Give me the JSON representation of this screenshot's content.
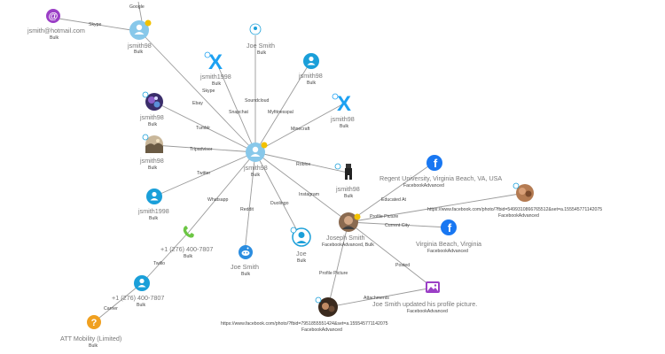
{
  "colors": {
    "edge": "#9a9a9a",
    "accent_blue": "#1a9fd9",
    "user_blue": "#88c8ea",
    "facebook_blue": "#1877f2",
    "twitter_x": "#1da1f2",
    "email_purple": "#9b3fc6",
    "phone_green": "#6cc644",
    "reddit_blue": "#2b8de0",
    "question_orange": "#f0a020",
    "badge_yellow": "#f2c100"
  },
  "nodes": {
    "top_user": {
      "label": "jsmith98",
      "sub": "Bulk",
      "icon": "user-icon"
    },
    "google_edge": {
      "label": "Google"
    },
    "email": {
      "label": "jsmith@hotmail.com",
      "sub": "Bulk",
      "icon": "at-sign-icon"
    },
    "x_jsmith1998": {
      "label": "jsmith1998",
      "sub": "Bulk",
      "icon": "x-logo-icon"
    },
    "joe_smith_top": {
      "label": "Joe Smith",
      "sub": "Bulk",
      "icon": "profile-photo-icon"
    },
    "jsmith98_user": {
      "label": "jsmith98",
      "sub": "Bulk",
      "icon": "user-icon"
    },
    "x_jsmith98": {
      "label": "jsmith98",
      "sub": "Bulk",
      "icon": "x-logo-icon"
    },
    "tumblr_node": {
      "label": "jsmith98",
      "sub": "Bulk",
      "icon": "photo-avatar-icon"
    },
    "trip_node": {
      "label": "jsmith98",
      "sub": "Bulk",
      "icon": "landscape-avatar-icon"
    },
    "center": {
      "label": "jsmith98",
      "sub": "Bulk",
      "icon": "user-icon"
    },
    "roblox_node": {
      "label": "jsmith98",
      "sub": "Bulk",
      "icon": "roblox-avatar-icon"
    },
    "twitter_user": {
      "label": "jsmith1998",
      "sub": "Bulk",
      "icon": "user-icon"
    },
    "regent": {
      "label": "Regent University, Virginia Beach, VA, USA",
      "sub": "FacebookAdvanced",
      "icon": "facebook-icon"
    },
    "fb_photo_url": {
      "label": "https://www.facebook.com/photo/?fbid=5499310866765512&set=a.155545771142075",
      "sub": "FacebookAdvanced",
      "icon": "photo-avatar-icon"
    },
    "joseph_smith": {
      "label": "Joseph Smith",
      "sub": "FacebookAdvanced, Bulk",
      "icon": "profile-photo-icon"
    },
    "vb_city": {
      "label": "Virginia Beach, Virginia",
      "sub": "FacebookAdvanced",
      "icon": "facebook-icon"
    },
    "phone1": {
      "label": "+1 (276) 400-7807",
      "sub": "Bulk",
      "icon": "phone-icon"
    },
    "reddit_joe": {
      "label": "Joe Smith",
      "sub": "Bulk",
      "icon": "reddit-icon"
    },
    "duolingo_joe": {
      "label": "Joe",
      "sub": "Bulk",
      "icon": "generic-avatar-icon"
    },
    "phone2": {
      "label": "+1 (276) 400-7807",
      "sub": "Bulk",
      "icon": "user-icon"
    },
    "post": {
      "label": "Joe Smith updated his profile picture.",
      "sub": "FacebookAdvanced",
      "icon": "gallery-icon"
    },
    "att": {
      "label": "ATT Mobility (Limited)",
      "sub": "Bulk",
      "icon": "question-icon"
    },
    "fb_photo_url2": {
      "label": "https://www.facebook.com/photo/?fbid=7951855551424&set=a.155545771142075",
      "sub": "FacebookAdvanced",
      "icon": "photo-avatar-icon"
    }
  },
  "edges": {
    "skype_top": "Skype",
    "skype": "Skype",
    "ebay": "Ebay",
    "snapchat": "Snapchat",
    "soundcloud": "Soundcloud",
    "myfitnesspal": "Myfitnesspal",
    "minecraft": "Minecraft",
    "tumblr": "Tumblr",
    "tripadvisor": "Tripadvisor",
    "roblox": "Roblox",
    "twitter": "Twitter",
    "instagram": "Instagram",
    "whatsapp": "Whatsapp",
    "reddit": "Reddit",
    "duolingo": "Duolingo",
    "educated_at": "Educated At",
    "profile_picture": "Profile Picture",
    "current_city": "Current City",
    "twilio": "Twilio",
    "carrier": "Carrier",
    "posted": "Posted",
    "profile_picture_2": "Profile Picture",
    "attachments": "Attachments"
  }
}
